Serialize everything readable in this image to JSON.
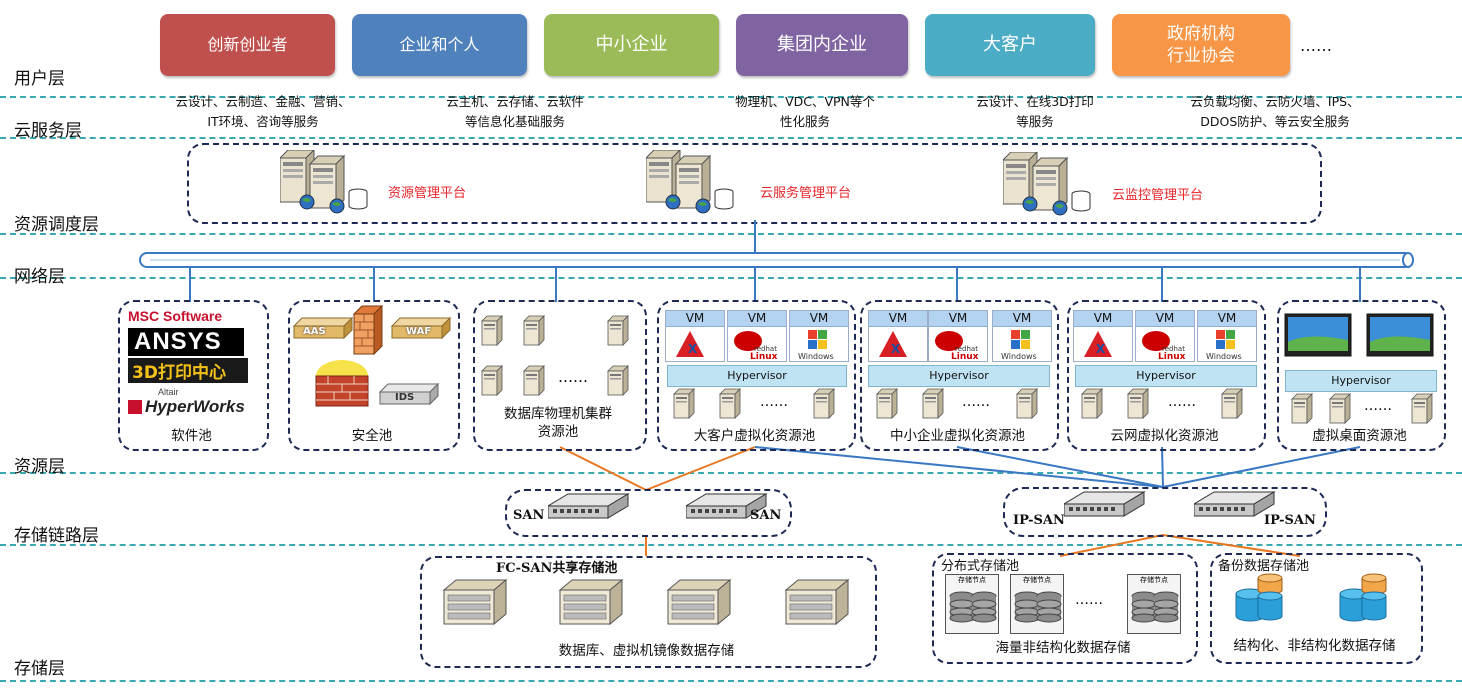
{
  "layers": {
    "user": "用户层",
    "cloud_service": "云服务层",
    "resource_sched": "资源调度层",
    "network": "网络层",
    "resource": "资源层",
    "storage_link": "存储链路层",
    "storage": "存储层"
  },
  "users": [
    {
      "label": "创新创业者",
      "color": "#c0504d"
    },
    {
      "label": "企业和个人",
      "color": "#4f81bd"
    },
    {
      "label": "中小企业",
      "color": "#9bbb59"
    },
    {
      "label": "集团内企业",
      "color": "#8064a2"
    },
    {
      "label": "大客户",
      "color": "#4bacc6"
    },
    {
      "label": "政府机构行业协会",
      "line1": "政府机构",
      "line2": "行业协会",
      "color": "#f79646"
    }
  ],
  "users_more": "……",
  "services": [
    {
      "line1": "云设计、云制造、金融、营销、",
      "line2": "IT环境、咨询等服务"
    },
    {
      "line1": "云主机、云存储、云软件",
      "line2": "等信息化基础服务"
    },
    {
      "line1": "物理机、VDC、VPN等个",
      "line2": "性化服务"
    },
    {
      "line1": "云设计、在线3D打印",
      "line2": "等服务"
    },
    {
      "line1": "云负载均衡、云防火墙、IPS、",
      "line2": "DDOS防护、等云安全服务"
    }
  ],
  "platforms": [
    "资源管理平台",
    "云服务管理平台",
    "云监控管理平台"
  ],
  "pools": {
    "software": {
      "label": "软件池",
      "logos": [
        "MSC Software",
        "ANSYS",
        "3D打印中心",
        "Altair",
        "HyperWorks"
      ]
    },
    "security": {
      "label": "安全池",
      "tags": [
        "AAS",
        "WAF",
        "IDS"
      ]
    },
    "db_cluster": {
      "line1": "数据库物理机集群",
      "line2": "资源池",
      "dots": "……"
    },
    "large_virt": {
      "label": "大客户虚拟化资源池"
    },
    "sme_virt": {
      "label": "中小企业虚拟化资源池"
    },
    "cloudnet_virt": {
      "label": "云网虚拟化资源池"
    },
    "vdesk": {
      "label": "虚拟桌面资源池"
    }
  },
  "vm_label": "VM",
  "hypervisor": "Hypervisor",
  "os_labels": {
    "aix": "AIX",
    "redhat": "redhat",
    "linux": "Linux",
    "windows": "Windows"
  },
  "dots": "……",
  "san": {
    "left": "SAN",
    "right": "SAN"
  },
  "ipsan": {
    "left": "IP-SAN",
    "right": "IP-SAN"
  },
  "fc_pool": {
    "title": "FC-SAN共享存储池",
    "caption": "数据库、虚拟机镜像数据存储"
  },
  "dist_pool": {
    "title": "分布式存储池",
    "node": "存储节点",
    "caption": "海量非结构化数据存储"
  },
  "backup_pool": {
    "title": "备份数据存储池",
    "caption": "结构化、非结构化数据存储"
  },
  "colors": {
    "separator": "#3aa8b0",
    "box_border": "#1e2a55",
    "platform_text": "#e8252a",
    "link_blue": "#3a78c2",
    "link_orange": "#e87722"
  }
}
